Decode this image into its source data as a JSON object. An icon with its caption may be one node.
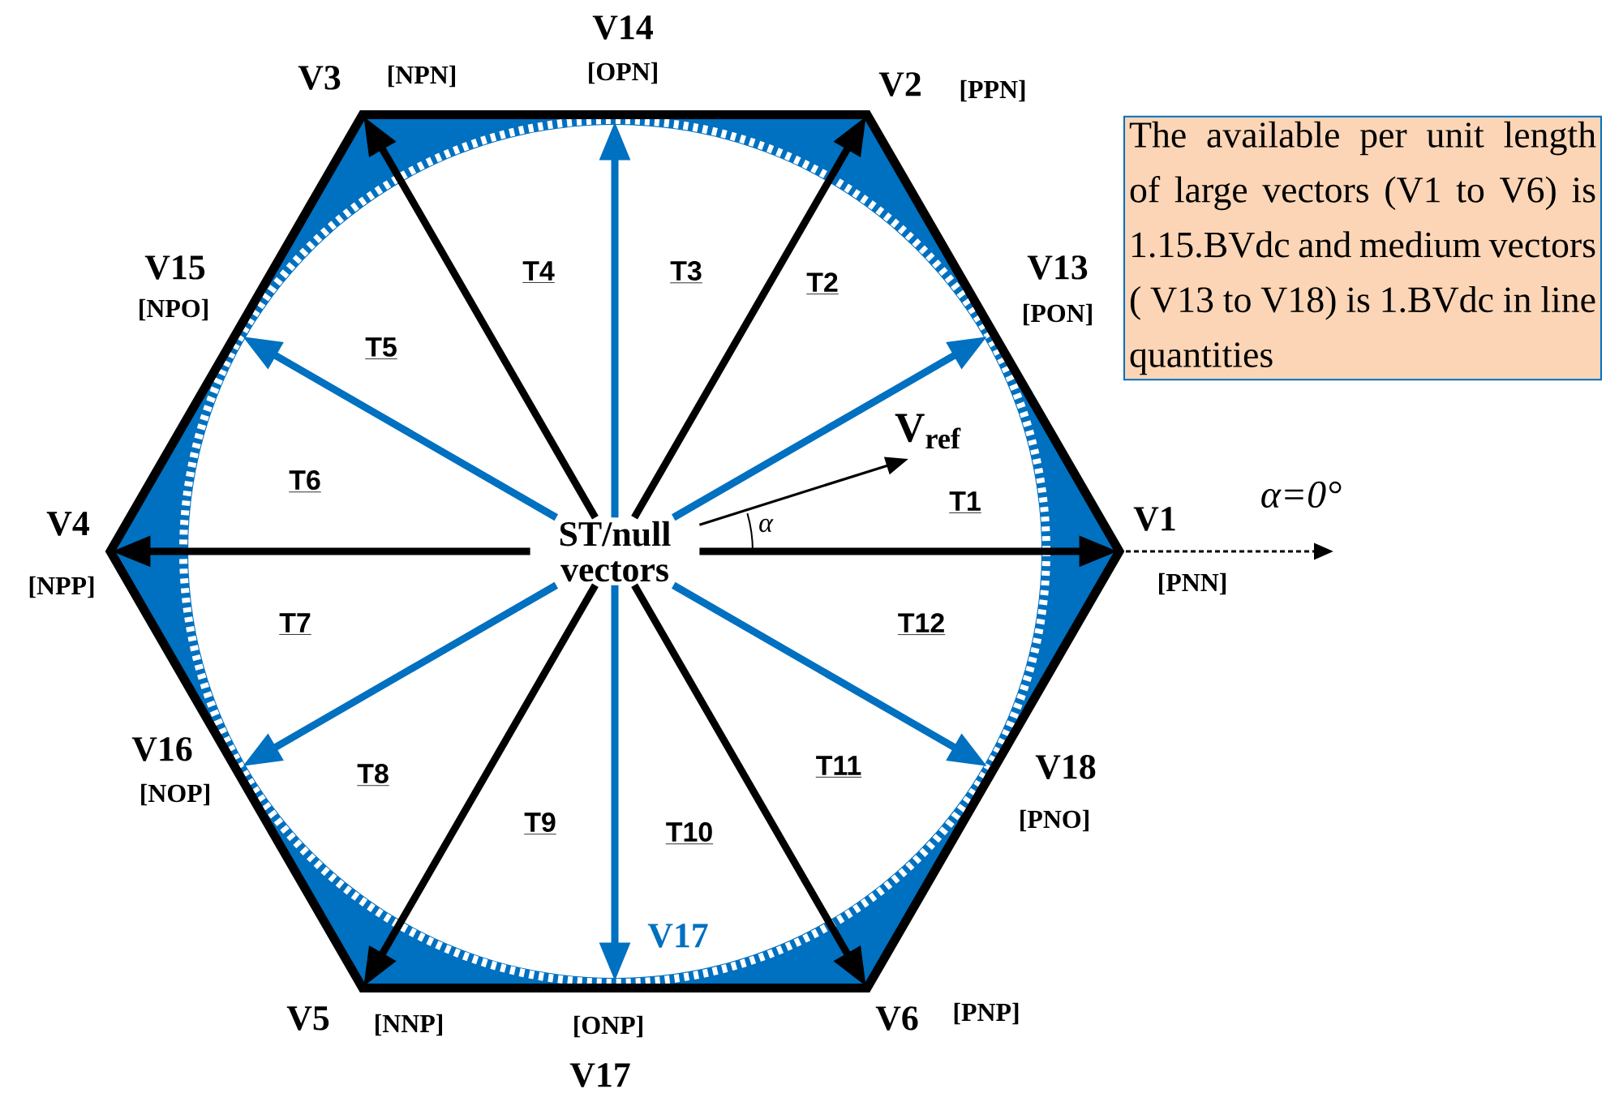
{
  "diagram": {
    "nodes": [
      {
        "text": [
          "ST/null vectors"
        ]
      },
      {
        "text": [],
        "shape": "point",
        "beside": [
          "V1",
          "[PNN]"
        ]
      },
      {
        "text": [],
        "shape": "point",
        "beside": [
          "V2",
          "[PPN]"
        ]
      },
      {
        "text": [],
        "shape": "point",
        "beside": [
          "V3",
          "[NPN]"
        ]
      },
      {
        "text": [],
        "shape": "point",
        "beside": [
          "V4",
          "[NPP]"
        ]
      },
      {
        "text": [],
        "shape": "point",
        "beside": [
          "V5",
          "[NNP]"
        ]
      },
      {
        "text": [],
        "shape": "point",
        "beside": [
          "V6",
          "[PNP]"
        ]
      },
      {
        "text": [],
        "shape": "point",
        "beside": [
          "V13",
          "[PON]"
        ]
      },
      {
        "text": [],
        "shape": "point",
        "beside": [
          "V14",
          "[OPN]"
        ]
      },
      {
        "text": [],
        "shape": "point",
        "beside": [
          "V15",
          "[NPO]"
        ]
      },
      {
        "text": [],
        "shape": "point",
        "beside": [
          "V16",
          "[NOP]"
        ]
      },
      {
        "text": [],
        "shape": "point",
        "beside": [
          "V17",
          "[ONP]",
          "V17"
        ]
      },
      {
        "text": [],
        "shape": "point",
        "beside": [
          "V18",
          "[PNO]"
        ]
      },
      {
        "text": [
          "The available per unit length of large vectors (V1 to V6) is 1.15.BVdc and medium vectors ( V13 to V18) is 1.BVdc in line quantities"
        ]
      }
    ],
    "edges": [
      {
        "from": 0,
        "to": 1,
        "arrow": "to"
      },
      {
        "from": 0,
        "to": 2,
        "arrow": "to"
      },
      {
        "from": 0,
        "to": 3,
        "arrow": "to"
      },
      {
        "from": 0,
        "to": 4,
        "arrow": "to"
      },
      {
        "from": 0,
        "to": 5,
        "arrow": "to"
      },
      {
        "from": 0,
        "to": 6,
        "arrow": "to"
      },
      {
        "from": 0,
        "to": 7,
        "arrow": "to",
        "color": "#0070c0"
      },
      {
        "from": 0,
        "to": 8,
        "arrow": "to",
        "color": "#0070c0"
      },
      {
        "from": 0,
        "to": 9,
        "arrow": "to",
        "color": "#0070c0"
      },
      {
        "from": 0,
        "to": 10,
        "arrow": "to",
        "color": "#0070c0"
      },
      {
        "from": 0,
        "to": 11,
        "arrow": "to",
        "color": "#0070c0"
      },
      {
        "from": 0,
        "to": 12,
        "arrow": "to",
        "color": "#0070c0"
      },
      {
        "from": 0,
        "to": null,
        "arrow": "to",
        "label": "V$_{ref}$"
      }
    ],
    "labels": [
      "T1",
      "T2",
      "T3",
      "T4",
      "T5",
      "T6",
      "T7",
      "T8",
      "T9",
      "T10",
      "T11",
      "T12",
      "α",
      "α=0°"
    ]
  }
}
